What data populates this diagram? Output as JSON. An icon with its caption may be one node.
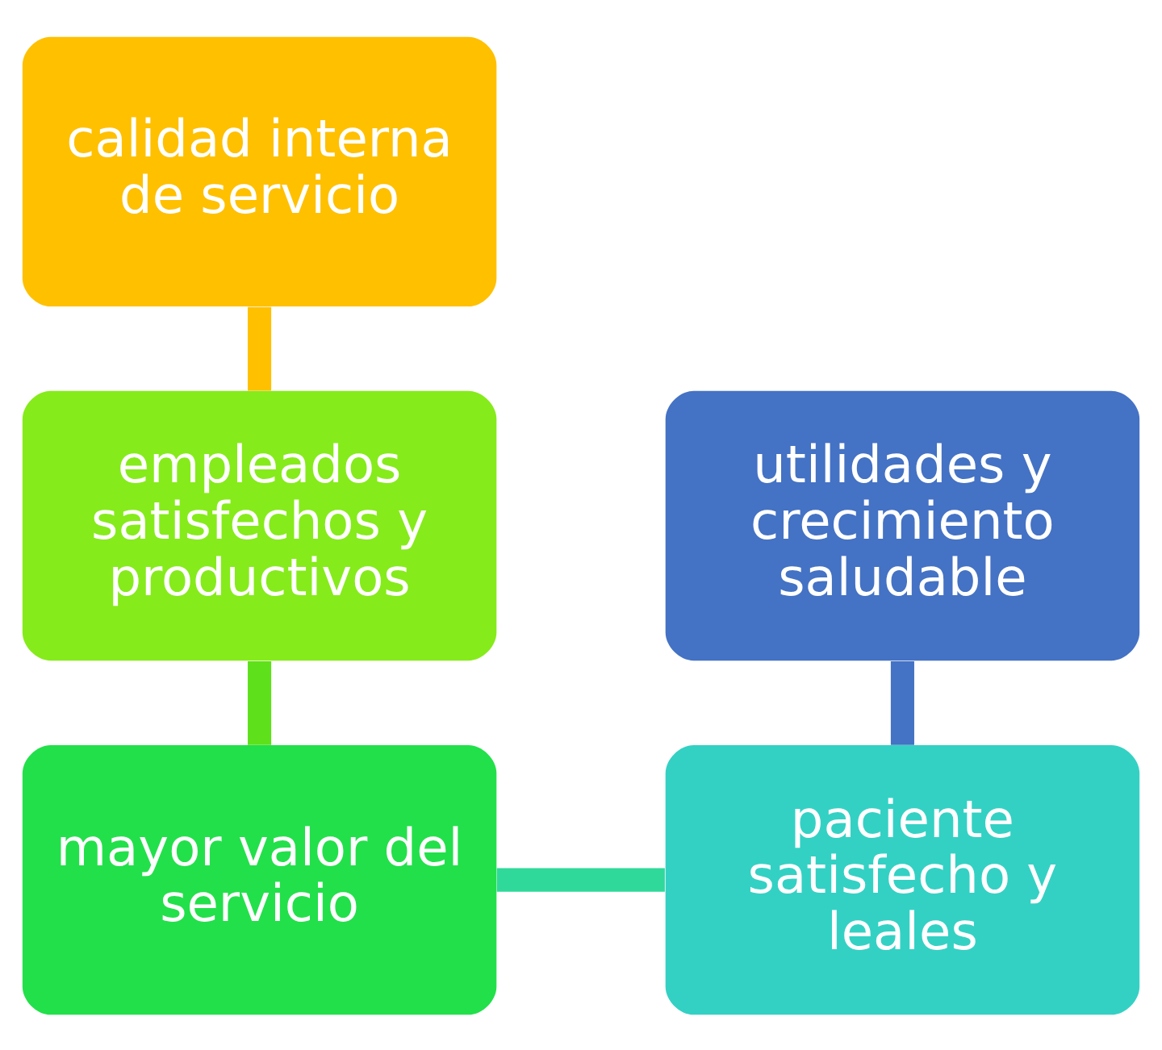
{
  "diagram": {
    "nodes": [
      {
        "text": [
          "calidad interna de servicio"
        ]
      },
      {
        "text": [
          "empleados satisfechos y productivos"
        ]
      },
      {
        "text": [
          "mayor valor del servicio"
        ]
      },
      {
        "text": [
          "paciente satisfecho y leales"
        ]
      },
      {
        "text": [
          "utilidades y crecimiento saludable"
        ]
      }
    ],
    "edges": [
      {
        "from": 0,
        "to": 1,
        "arrow": "none",
        "color": "#ffc000"
      },
      {
        "from": 1,
        "to": 2,
        "arrow": "none",
        "color": "#5ee01a"
      },
      {
        "from": 2,
        "to": 3,
        "arrow": "none",
        "color": "#2fd99a"
      },
      {
        "from": 3,
        "to": 4,
        "arrow": "none",
        "color": "#4472c4"
      }
    ]
  }
}
